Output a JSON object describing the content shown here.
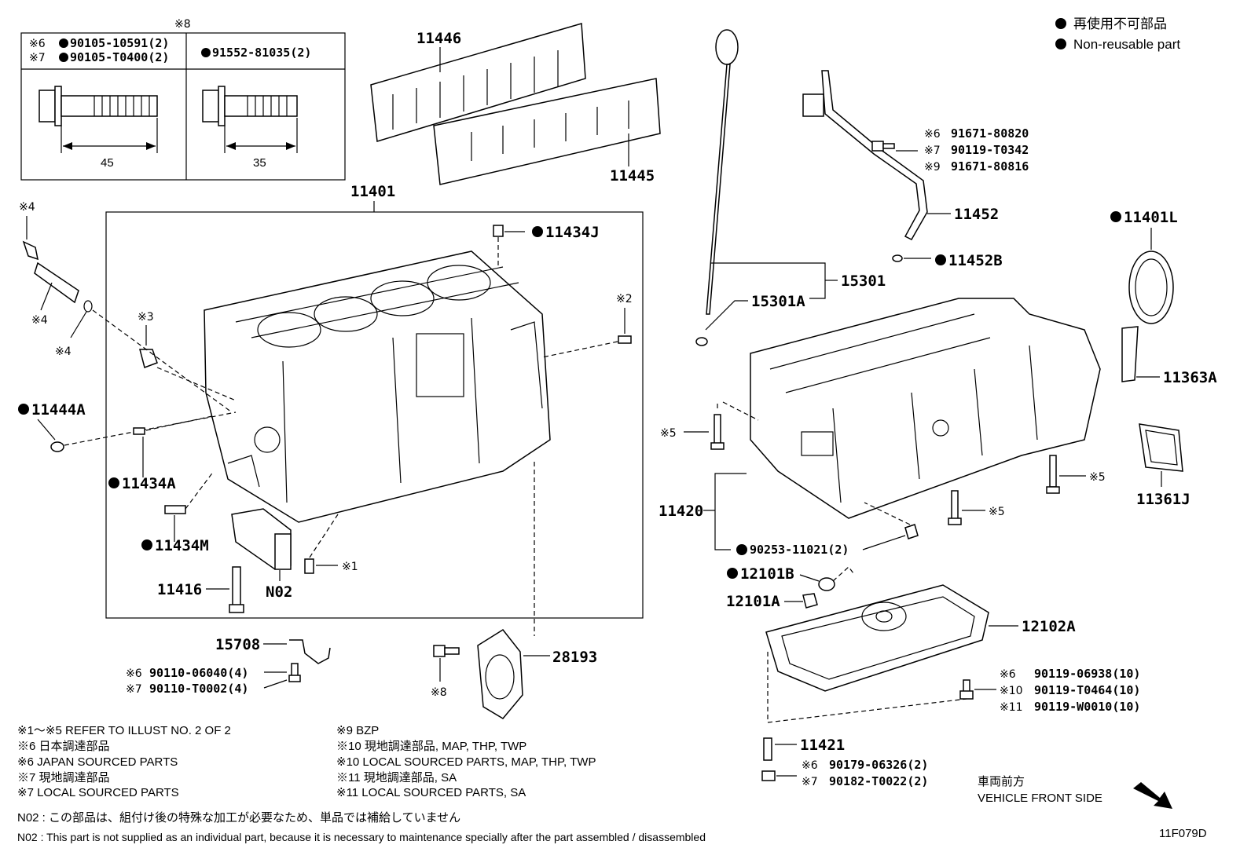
{
  "legend": {
    "jp": "再使用不可部品",
    "en": "Non-reusable part"
  },
  "inset": {
    "mark8": "※8",
    "mark6": "※6",
    "mark7": "※7",
    "bolt1_pn1": "90105-10591(2)",
    "bolt1_pn2": "90105-T0400(2)",
    "bolt2_pn": "91552-81035(2)",
    "len1": "45",
    "len2": "35"
  },
  "parts": {
    "p11446": "11446",
    "p11445": "11445",
    "p11401": "11401",
    "p11434J": "11434J",
    "p11444A": "11444A",
    "p11434A": "11434A",
    "p11434M": "11434M",
    "p11416": "11416",
    "pN02": "N02",
    "p15708": "15708",
    "p28193": "28193",
    "p15301": "15301",
    "p15301A": "15301A",
    "p11452": "11452",
    "p11452B": "11452B",
    "p11401L": "11401L",
    "p11363A": "11363A",
    "p11361J": "11361J",
    "p11420": "11420",
    "p90253": "90253-11021(2)",
    "p12101B": "12101B",
    "p12101A": "12101A",
    "p12102A": "12102A",
    "p11421": "11421"
  },
  "marks": {
    "m4a": "※4",
    "m4b": "※4",
    "m4c": "※4",
    "m3": "※3",
    "m2": "※2",
    "m1": "※1",
    "m8": "※8",
    "m5a": "※5",
    "m5b": "※5",
    "m5c": "※5"
  },
  "callouts": {
    "hose": [
      {
        "mark": "※6",
        "pn": "91671-80820"
      },
      {
        "mark": "※7",
        "pn": "90119-T0342"
      },
      {
        "mark": "※9",
        "pn": "91671-80816"
      }
    ],
    "pump": [
      {
        "mark": "※6",
        "pn": "90110-06040(4)"
      },
      {
        "mark": "※7",
        "pn": "90110-T0002(4)"
      }
    ],
    "pan": [
      {
        "mark": "※6",
        "pn": "90119-06938(10)"
      },
      {
        "mark": "※10",
        "pn": "90119-T0464(10)"
      },
      {
        "mark": "※11",
        "pn": "90119-W0010(10)"
      }
    ],
    "stud": [
      {
        "mark": "※6",
        "pn": "90179-06326(2)"
      },
      {
        "mark": "※7",
        "pn": "90182-T0022(2)"
      }
    ]
  },
  "notes_left": [
    "※1～※5  REFER TO ILLUST NO. 2 OF 2",
    "※6  日本調達部品",
    "※6  JAPAN SOURCED PARTS",
    "※7  現地調達部品",
    "※7  LOCAL SOURCED PARTS"
  ],
  "notes_right": [
    "※9  BZP",
    "※10  現地調達部品, MAP, THP, TWP",
    "※10  LOCAL SOURCED PARTS, MAP, THP, TWP",
    "※11  現地調達部品, SA",
    "※11  LOCAL SOURCED PARTS, SA"
  ],
  "n02_jp": "N02 : この部品は、組付け後の特殊な加工が必要なため、単品では補給していません",
  "n02_en": "N02 : This part is not supplied as an individual part, because it is necessary to maintenance specially after the part assembled / disassembled",
  "front": {
    "jp": "車両前方",
    "en": "VEHICLE FRONT SIDE"
  },
  "figure_id": "11F079D"
}
